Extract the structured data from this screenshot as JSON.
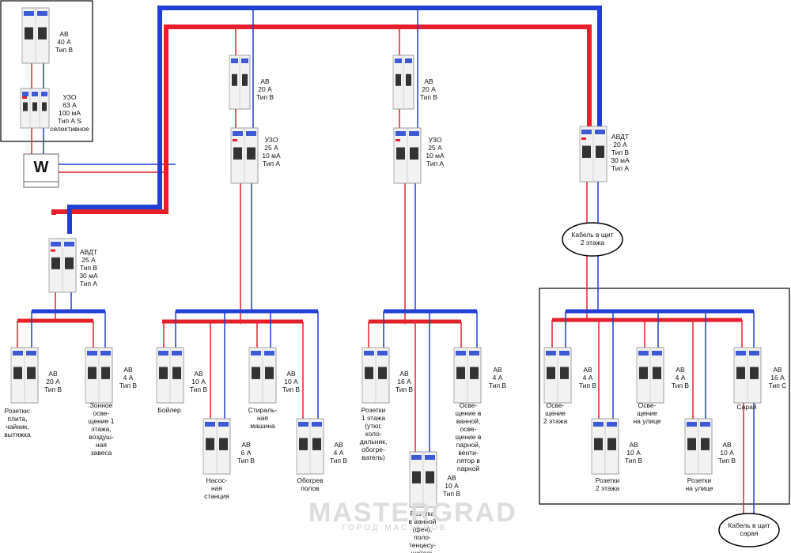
{
  "meter": {
    "label": "W"
  },
  "main_panel": {
    "breaker_main": "АВ\n40 А\nТип В",
    "rcd_main": "УЗО\n63 А\n100 мА\nТип А S\nселективное"
  },
  "upper_group": [
    {
      "id": "g2",
      "breaker": "АВ\n20 А\nТип В",
      "rcd": "УЗО\n25 А\n10 мА\nТип А"
    },
    {
      "id": "g3",
      "breaker": "АВ\n20 А\nТип В",
      "rcd": "УЗО\n25 А\n10 мА\nТип А"
    },
    {
      "id": "g4",
      "rcbo": "АВДТ\n20 А\nТип В\n30 мА\nТип А"
    }
  ],
  "group1_rcbo": "АВДТ\n25 А\nТип В\n30 мА\nТип А",
  "cables": {
    "floor2": "Кабель в щит\n2 этажа",
    "shed": "Кабель в щит\nсарая"
  },
  "breakers": [
    {
      "rating": "АВ\n20 А\nТип В",
      "caption": "Розетки:\nплита,\nчайник,\nвытяжка"
    },
    {
      "rating": "АВ\n4 А\nТип В",
      "caption": "Зонное\nосве-\nщение 1\nэтажа,\nвоздуш-\nная\nзавеса"
    },
    {
      "rating": "АВ\n10 А\nТип В",
      "caption": "Бойлер"
    },
    {
      "rating": "АВ\n6 А\nТип В",
      "caption": "Насос-\nная\nстанция"
    },
    {
      "rating": "АВ\n10 А\nТип В",
      "caption": "Стираль-\nная\nмашина"
    },
    {
      "rating": "АВ\n4 А\nТип В",
      "caption": "Обогрев\nполов"
    },
    {
      "rating": "АВ\n16 А\nТип В",
      "caption": "Розетки\n1 этажа\n(утюг,\nхоло-\nдильник,\nобогре-\nватель)"
    },
    {
      "rating": "АВ\n10 А\nТип В",
      "caption": "Розетка\nв ванной\n(фен),\nполо-\nтенцесу-\nшитель"
    },
    {
      "rating": "АВ\n4 А\nТип В",
      "caption": "Осве-\nщение в\nванной,\nосве-\nщение в\nпарной,\nвенти-\nлятор в\nпарной"
    },
    {
      "rating": "АВ\n4 А\nТип В",
      "caption": "Осве-\nщение\n2 этажа"
    },
    {
      "rating": "АВ\n10 А\nТип В",
      "caption": "Розетки\n2 этажа"
    },
    {
      "rating": "АВ\n4 А\nТип В",
      "caption": "Осве-\nщение\nна улице"
    },
    {
      "rating": "АВ\n10 А\nТип В",
      "caption": "Розетки\nна улице"
    },
    {
      "rating": "АВ\n16 А\nТип С",
      "caption": "Сарай"
    }
  ],
  "watermark": {
    "main": "MASTERGRAD",
    "sub": "ГОРОД МАСТЕРОВ"
  },
  "colors": {
    "phase": "#e5202a",
    "neutral": "#1f3fd6",
    "module": "#f2f2f2"
  }
}
